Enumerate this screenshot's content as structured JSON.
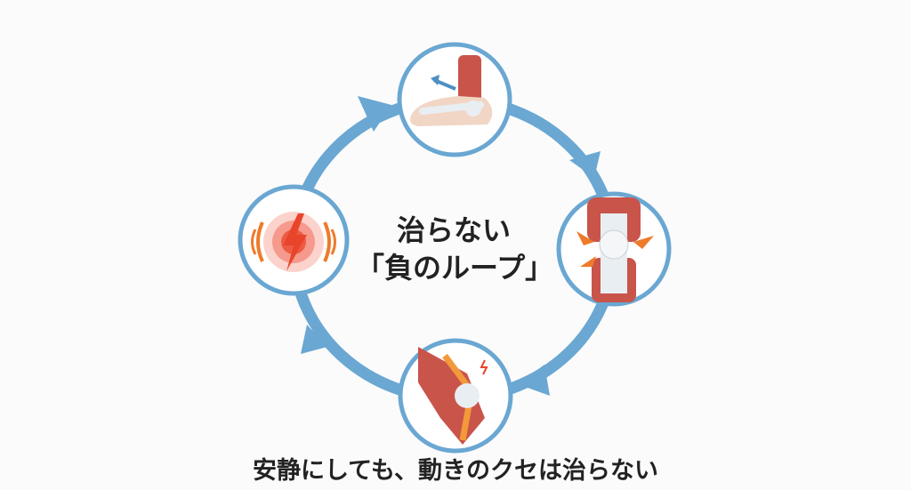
{
  "diagram": {
    "title_line1": "治らない",
    "title_line2": "「負のループ」",
    "caption": "安静にしても、動きのクセは治らない",
    "stages": [
      {
        "name": "foot-ankle-movement",
        "icon": "foot-icon"
      },
      {
        "name": "knee-compression",
        "icon": "knee-icon"
      },
      {
        "name": "leg-muscle-strain",
        "icon": "leg-muscle-icon"
      },
      {
        "name": "pain",
        "icon": "pain-lightning-icon"
      }
    ],
    "colors": {
      "arrow": "#6aa7d2",
      "ring": "#6aa7d2",
      "pain": "#e8452b",
      "muscle": "#c9544a",
      "bone": "#e9eef2"
    }
  }
}
